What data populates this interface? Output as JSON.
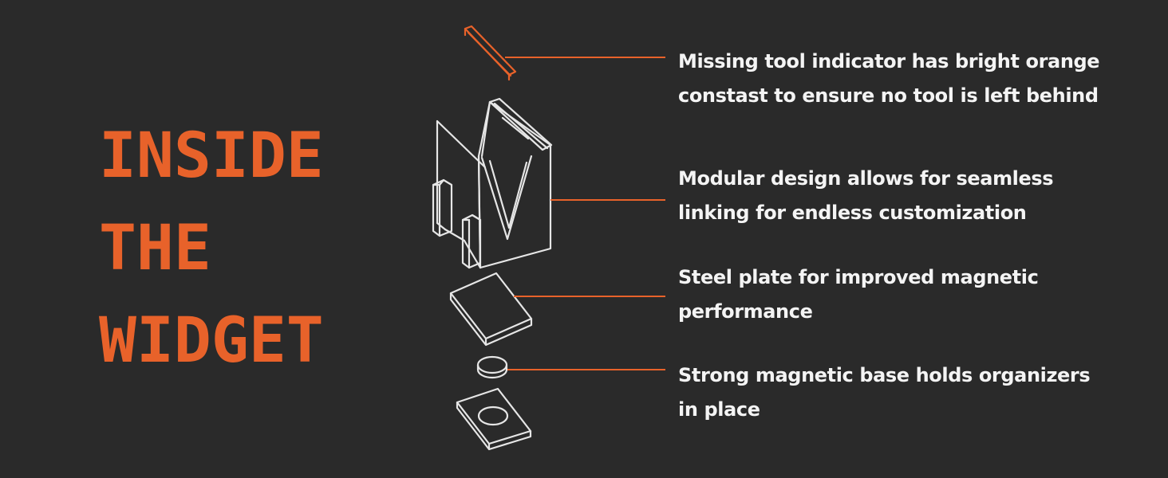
{
  "title": {
    "lines": [
      "INSIDE",
      "THE",
      "WIDGET"
    ]
  },
  "callouts": [
    {
      "lines": [
        "Missing tool indicator has bright orange",
        "constast to ensure no tool is left behind"
      ]
    },
    {
      "lines": [
        "Modular design allows for seamless",
        "linking for endless customization"
      ]
    },
    {
      "lines": [
        "Steel plate for improved magnetic",
        "performance"
      ]
    },
    {
      "lines": [
        "Strong  magnetic base holds organizers",
        "in place"
      ]
    }
  ],
  "colors": {
    "background": "#2a2a2a",
    "accent": "#e8622a",
    "line_art": "#e6e6e6",
    "text": "#f4f4f4"
  }
}
